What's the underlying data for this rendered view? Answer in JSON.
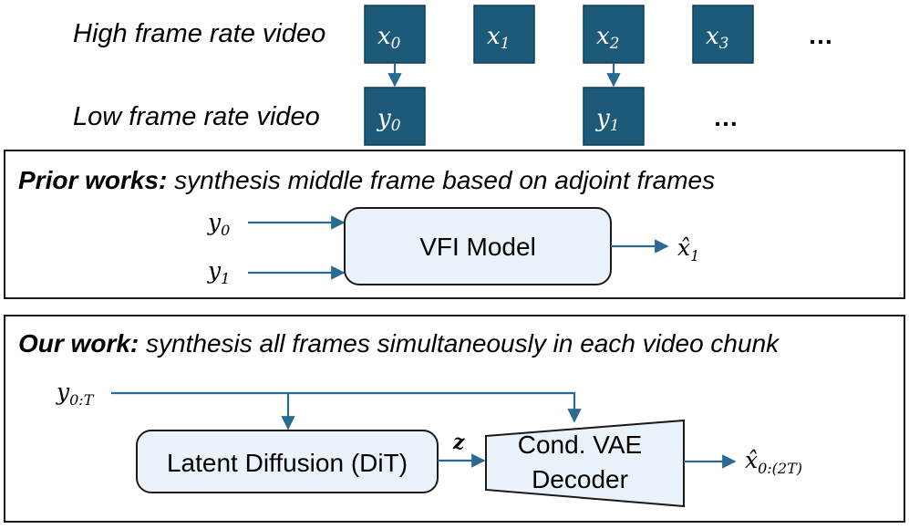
{
  "top": {
    "high_label": "High frame rate video",
    "low_label": "Low frame rate video",
    "high_frames": [
      {
        "base": "x",
        "sub": "0"
      },
      {
        "base": "x",
        "sub": "1"
      },
      {
        "base": "x",
        "sub": "2"
      },
      {
        "base": "x",
        "sub": "3"
      }
    ],
    "low_frames": [
      {
        "base": "y",
        "sub": "0"
      },
      {
        "base": "y",
        "sub": "1"
      }
    ],
    "ellipsis": "…"
  },
  "prior": {
    "title_bold": "Prior works:",
    "title_rest": " synthesis middle frame based on adjoint frames",
    "input_a": {
      "base": "y",
      "sub": "0"
    },
    "input_b": {
      "base": "y",
      "sub": "1"
    },
    "model_label": "VFI Model",
    "output": {
      "base": "x̂",
      "sub": "1"
    }
  },
  "ours": {
    "title_bold": "Our work:",
    "title_rest": " synthesis all frames simultaneously in each video chunk",
    "input": {
      "base": "y",
      "sub": "0:T"
    },
    "diffusion_label": "Latent Diffusion (DiT)",
    "latent_label": "z",
    "decoder_line1": "Cond. VAE",
    "decoder_line2": "Decoder",
    "output": {
      "base": "x̂",
      "sub": "0:(2T)"
    }
  },
  "colors": {
    "frame_fill": "#1d5a7a",
    "arrow": "#2a6a92",
    "model_fill": "#eaf2fa"
  }
}
